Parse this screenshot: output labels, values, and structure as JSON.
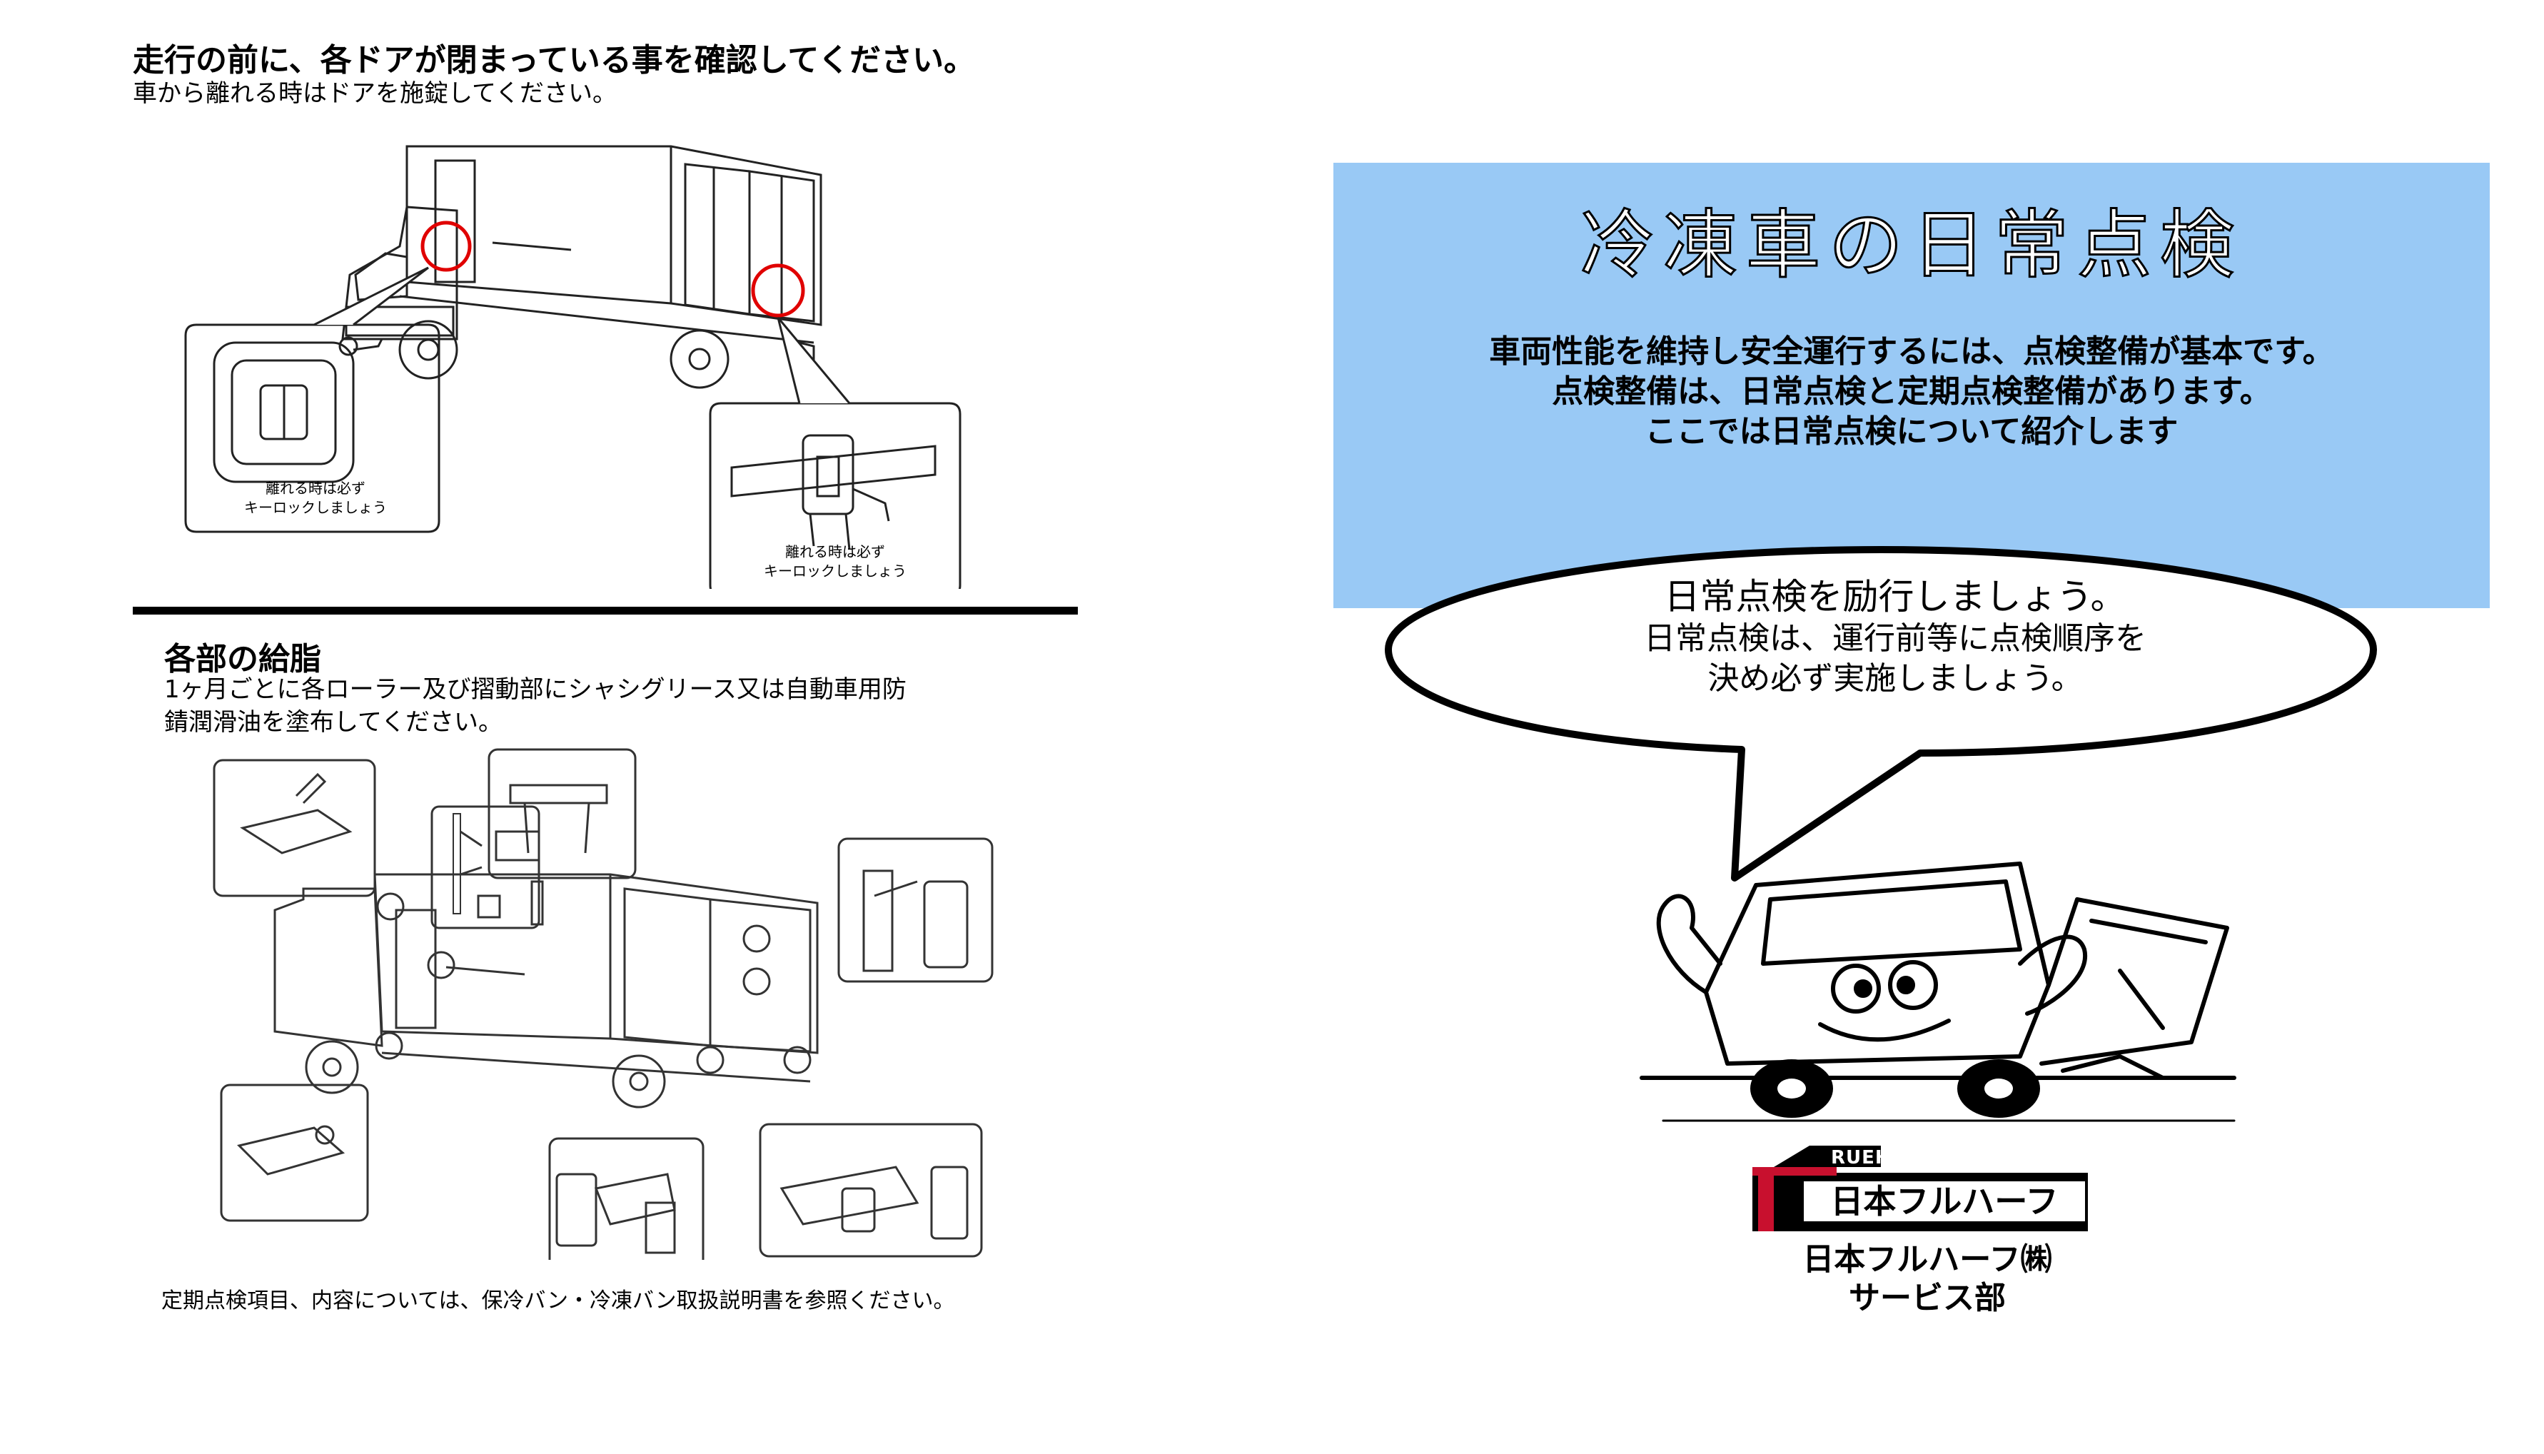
{
  "left_page": {
    "door_section": {
      "title": "走行の前に、各ドアが閉まっている事を確認してください。",
      "subtitle": "車から離れる時はドアを施錠してください。",
      "callouts": [
        {
          "line1": "離れる時は必ず",
          "line2": "キーロックしましょう"
        },
        {
          "line1": "離れる時は必ず",
          "line2": "キーロックしましょう"
        }
      ]
    },
    "grease_section": {
      "title": "各部の給脂",
      "body_line1": "1ヶ月ごとに各ローラー及び摺動部にシャシグリース又は自動車用防",
      "body_line2": "錆潤滑油を塗布してください。"
    },
    "reference_note": "定期点検項目、内容については、保冷バン・冷凍バン取扱説明書を参照ください。"
  },
  "right_page": {
    "title": "冷凍車の日常点検",
    "intro": {
      "line1": "車両性能を維持し安全運行するには、点検整備が基本です。",
      "line2": "点検整備は、日常点検と定期点検整備があります。",
      "line3": "ここでは日常点検について紹介します"
    },
    "speech_bubble": {
      "headline": "日常点検を励行しましょう。",
      "body_line1": "日常点検は、運行前等に点検順序を",
      "body_line2": "決め必ず実施しましょう。"
    },
    "logo": {
      "brand_en": "RUEHAUF",
      "brand_jp": "日本フルハーフ"
    },
    "company": {
      "name": "日本フルハーフ㈱",
      "department": "サービス部"
    }
  },
  "colors": {
    "panel_blue": "#99c9f5",
    "logo_red": "#c8102e",
    "highlight_red": "#e00000"
  }
}
